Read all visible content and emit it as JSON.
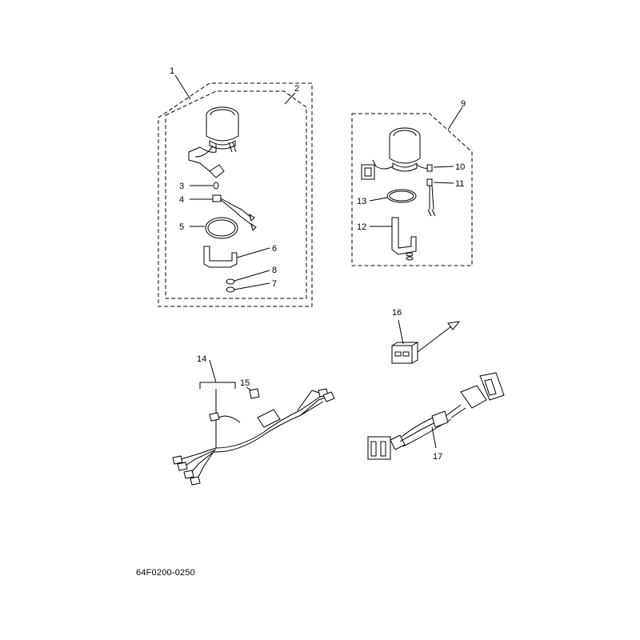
{
  "callouts": {
    "c1": "1",
    "c2": "2",
    "c3": "3",
    "c4": "4",
    "c5": "5",
    "c6": "6",
    "c7": "7",
    "c8": "8",
    "c9": "9",
    "c10": "10",
    "c11": "11",
    "c12": "12",
    "c13": "13",
    "c14": "14",
    "c15": "15",
    "c16": "16",
    "c17": "17"
  },
  "drawing_code": "64F0200-0250"
}
